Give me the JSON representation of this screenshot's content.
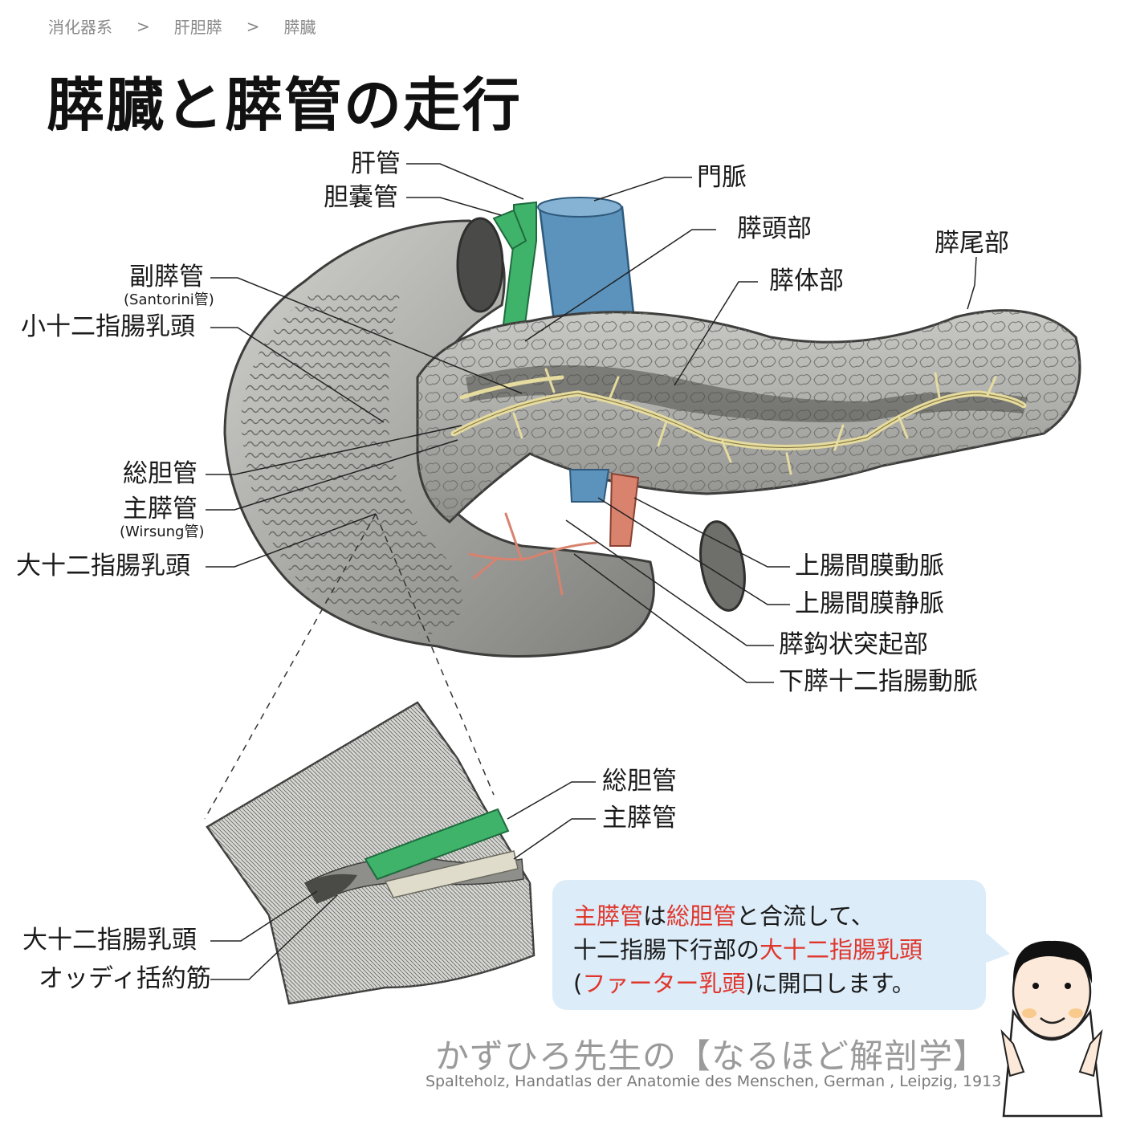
{
  "breadcrumb": [
    "消化器系",
    "肝胆膵",
    "膵臓"
  ],
  "breadcrumb_sep": ">",
  "title": "膵臓と膵管の走行",
  "labels": {
    "hepatic_duct": "肝管",
    "cystic_duct": "胆嚢管",
    "portal_vein": "門脈",
    "pancreas_head": "膵頭部",
    "pancreas_tail": "膵尾部",
    "pancreas_body": "膵体部",
    "accessory_duct": "副膵管",
    "accessory_duct_sub": "(Santorini管)",
    "minor_papilla": "小十二指腸乳頭",
    "common_bile_duct": "総胆管",
    "main_duct": "主膵管",
    "main_duct_sub": "(Wirsung管)",
    "major_papilla": "大十二指腸乳頭",
    "sma": "上腸間膜動脈",
    "smv": "上腸間膜静脈",
    "uncinate": "膵鈎状突起部",
    "ipda": "下膵十二指腸動脈",
    "inset_cbd": "総胆管",
    "inset_main_duct": "主膵管",
    "inset_major_papilla": "大十二指腸乳頭",
    "oddi": "オッディ括約筋"
  },
  "callout": {
    "line1": [
      {
        "text": "主膵管",
        "hl": true
      },
      {
        "text": "は",
        "hl": false
      },
      {
        "text": "総胆管",
        "hl": true
      },
      {
        "text": "と合流して、",
        "hl": false
      }
    ],
    "line2": [
      {
        "text": "十二指腸下行部の",
        "hl": false
      },
      {
        "text": "大十二指腸乳頭",
        "hl": true
      }
    ],
    "line3": [
      {
        "text": "(",
        "hl": false
      },
      {
        "text": "ファーター乳頭",
        "hl": true
      },
      {
        "text": ")に開口します。",
        "hl": false
      }
    ]
  },
  "brand": "かずひろ先生の【なるほど解剖学】",
  "credit": "Spalteholz, Handatlas der Anatomie des Menschen, German , Leipzig, 1913",
  "colors": {
    "bile_duct": "#3fb36a",
    "portal_vein": "#5b93bd",
    "artery": "#d9826e",
    "pancreatic_duct": "#e6dca0",
    "tissue": "#a9a9a6",
    "highlight": "#e0352b",
    "callout_bg": "#dcecf8"
  }
}
